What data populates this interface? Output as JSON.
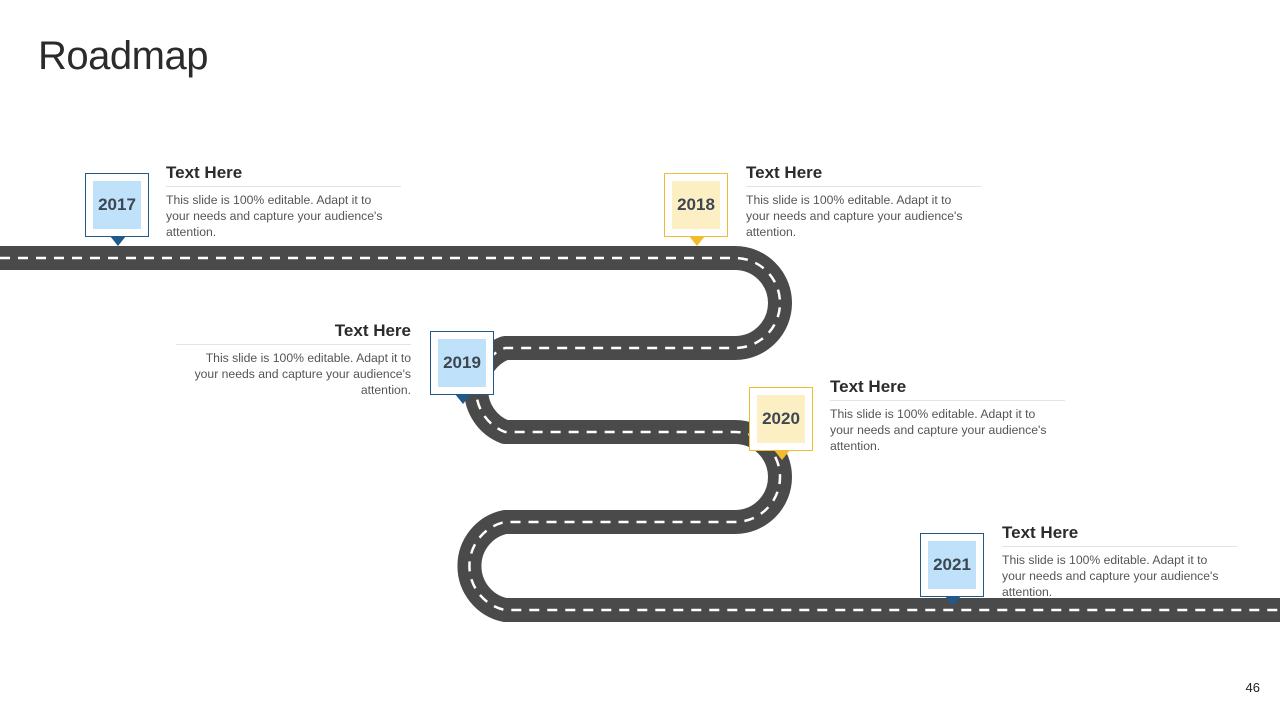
{
  "title": "Roadmap",
  "page_number": "46",
  "colors": {
    "road": "#4a4a4a",
    "road_dash": "#ffffff",
    "blue_border": "#1f5a8a",
    "blue_fill": "#bfe2fa",
    "yellow_border": "#f2bd2c",
    "yellow_fill": "#fdefc4"
  },
  "milestones": [
    {
      "year": "2017",
      "heading": "Text Here",
      "body": "This slide is 100% editable. Adapt it to your needs and capture your audience's attention.",
      "style": "blue"
    },
    {
      "year": "2018",
      "heading": "Text Here",
      "body": "This slide is 100% editable. Adapt it to your needs and capture your audience's attention.",
      "style": "yellow"
    },
    {
      "year": "2019",
      "heading": "Text Here",
      "body": "This slide is 100% editable. Adapt it to your needs and capture your audience's attention.",
      "style": "blue"
    },
    {
      "year": "2020",
      "heading": "Text Here",
      "body": "This slide is 100% editable. Adapt it to your needs and capture your audience's attention.",
      "style": "yellow"
    },
    {
      "year": "2021",
      "heading": "Text Here",
      "body": "This slide is 100% editable. Adapt it to your needs and capture your audience's attention.",
      "style": "blue"
    }
  ]
}
